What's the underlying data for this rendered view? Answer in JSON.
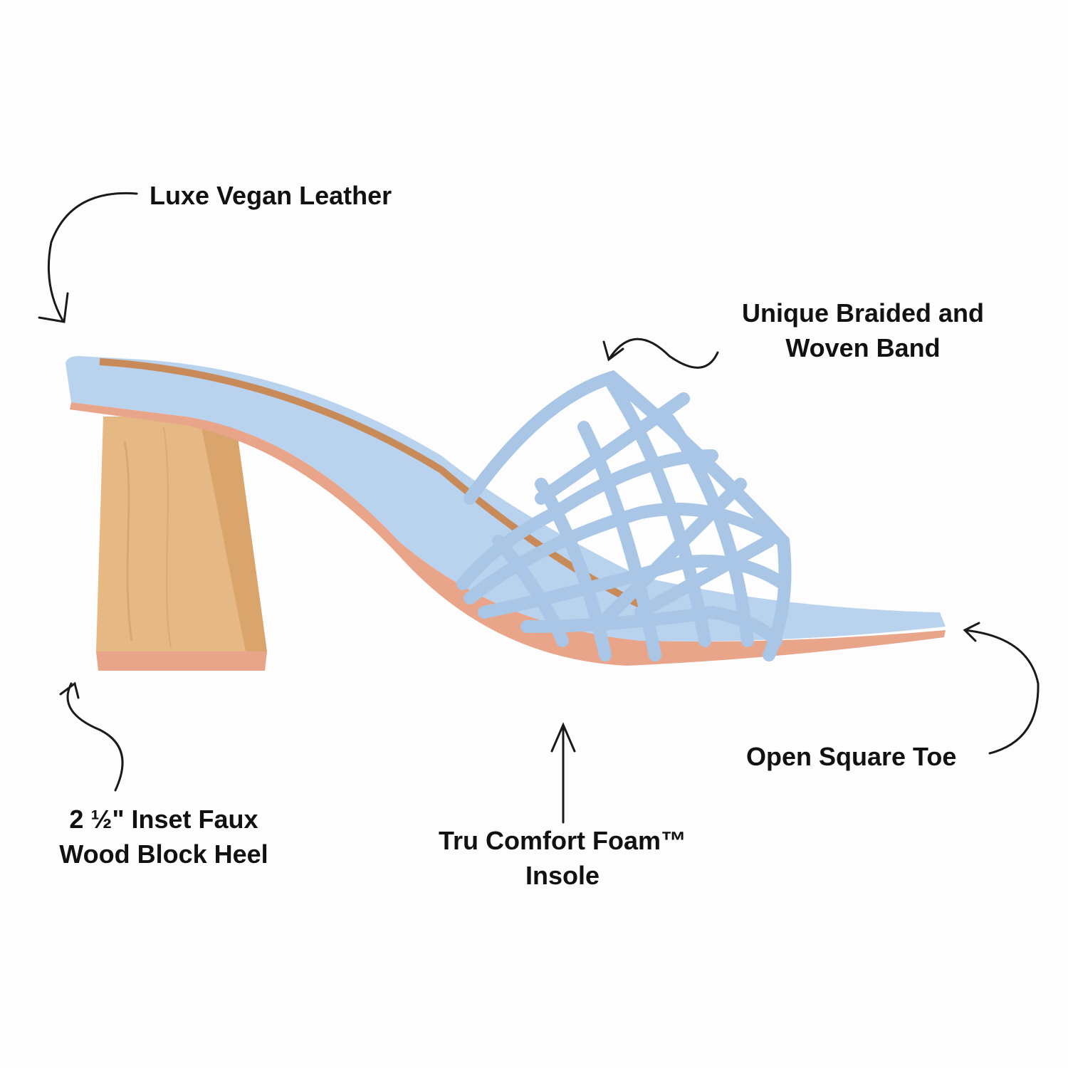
{
  "labels": {
    "leather": "Luxe Vegan Leather",
    "band_line1": "Unique Braided and",
    "band_line2": "Woven Band",
    "toe": "Open Square Toe",
    "heel_line1": "2 ½\" Inset Faux",
    "heel_line2": "Wood Block Heel",
    "insole_line1": "Tru Comfort Foam™",
    "insole_line2": "Insole"
  },
  "colors": {
    "shoe_blue": "#b9d3ee",
    "braid_blue": "#a9c6e6",
    "wood": "#e6b883",
    "sole": "#e8a58a",
    "text": "#111111"
  }
}
